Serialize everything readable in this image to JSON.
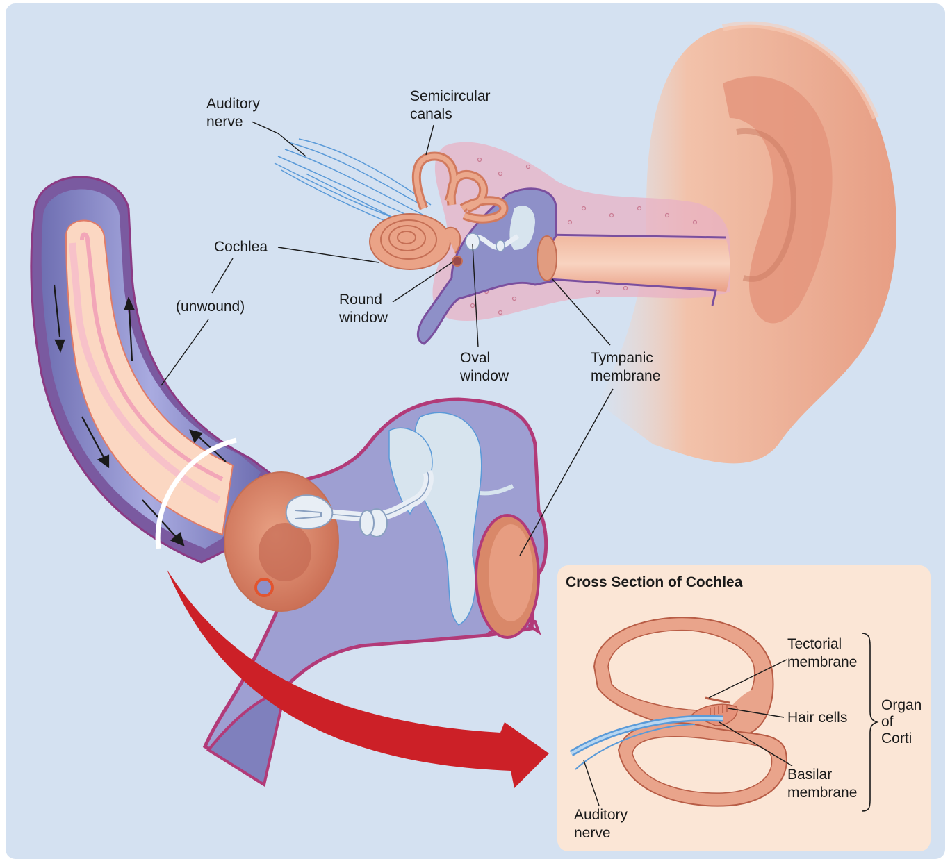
{
  "labels": {
    "auditory_nerve": [
      "Auditory",
      "nerve"
    ],
    "semicircular_canals": [
      "Semicircular",
      "canals"
    ],
    "cochlea": "Cochlea",
    "unwound": "(unwound)",
    "round_window": [
      "Round",
      "window"
    ],
    "oval_window": [
      "Oval",
      "window"
    ],
    "tympanic_membrane": [
      "Tympanic",
      "membrane"
    ]
  },
  "cross_section": {
    "title": "Cross Section of Cochlea",
    "tectorial_membrane": [
      "Tectorial",
      "membrane"
    ],
    "hair_cells": "Hair cells",
    "basilar_membrane": [
      "Basilar",
      "membrane"
    ],
    "organ_of_corti": [
      "Organ",
      "of",
      "Corti"
    ],
    "auditory_nerve": [
      "Auditory",
      "nerve"
    ]
  },
  "colors": {
    "background": "#d4e1f1",
    "panel": "#fbe6d6",
    "ear_skin": "#eba88c",
    "cochlea_fluid": "#8e90c8",
    "membrane_rim": "#b23a78",
    "arrow_red": "#cc2027",
    "nerve_blue": "#5a9ad8"
  }
}
